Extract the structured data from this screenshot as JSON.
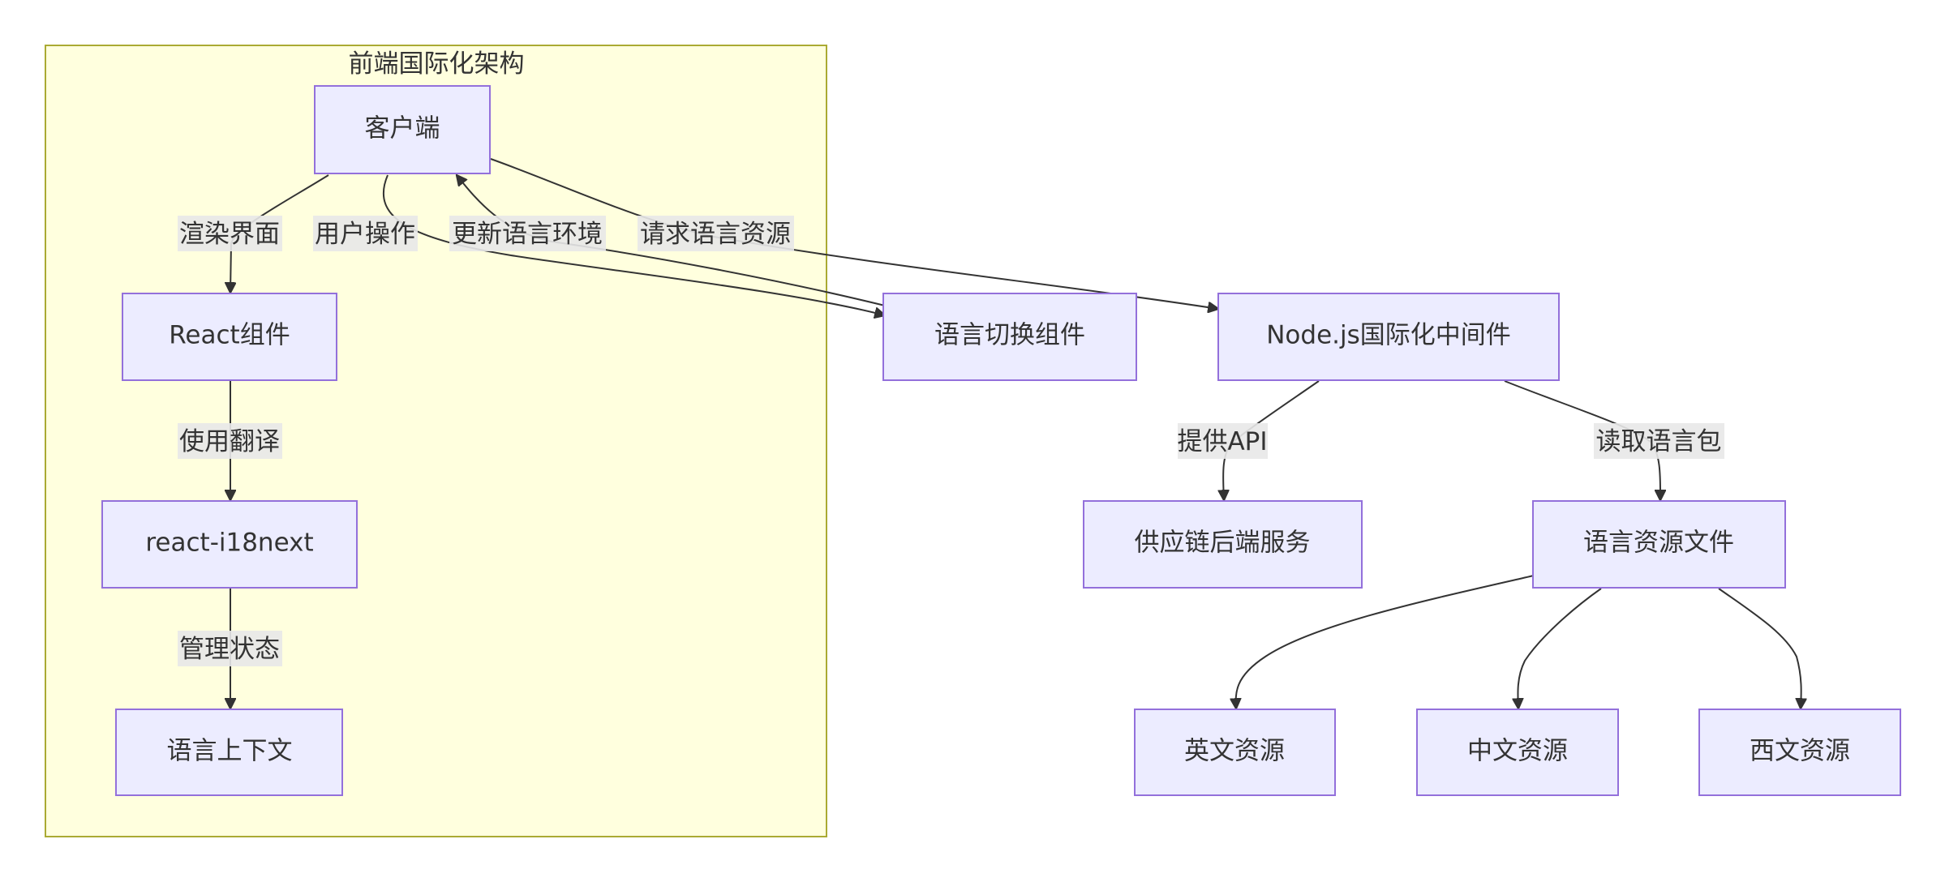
{
  "diagram": {
    "type": "flowchart",
    "cluster": {
      "title": "前端国际化架构"
    },
    "nodes": {
      "client": "客户端",
      "react": "React组件",
      "i18next": "react-i18next",
      "context": "语言上下文",
      "switcher": "语言切换组件",
      "middleware": "Node.js国际化中间件",
      "backend": "供应链后端服务",
      "resources": "语言资源文件",
      "en": "英文资源",
      "zh": "中文资源",
      "es": "西文资源"
    },
    "edges": {
      "client_react": "渲染界面",
      "client_switcher": "用户操作",
      "switcher_client": "更新语言环境",
      "client_middleware": "请求语言资源",
      "react_i18next": "使用翻译",
      "i18next_context": "管理状态",
      "middleware_backend": "提供API",
      "middleware_resources": "读取语言包"
    },
    "colors": {
      "node_fill": "#ececff",
      "node_border": "#9370db",
      "cluster_fill": "#ffffde",
      "cluster_border": "#aaaa33",
      "edge": "#333333",
      "edge_label_bg": "#e8e8e8",
      "text": "#333333"
    }
  }
}
